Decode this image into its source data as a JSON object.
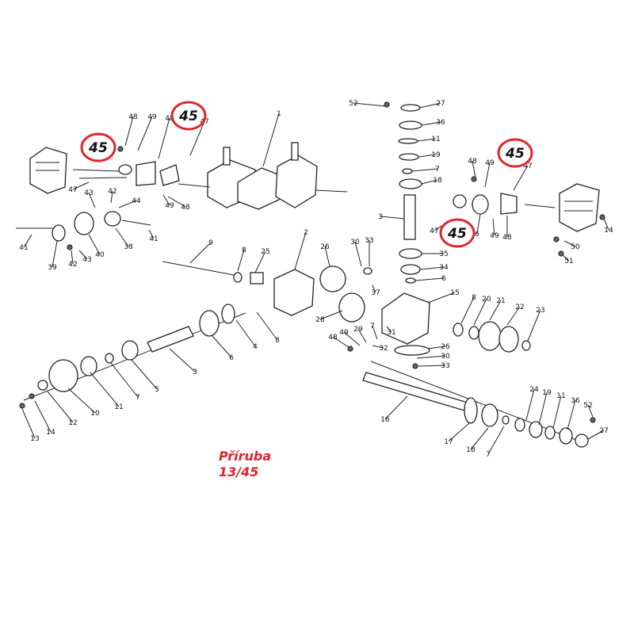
{
  "highlight_color": "#e0242b",
  "caption": {
    "line1": "Příruba",
    "line2": "13/45"
  },
  "highlight_label": "45",
  "part_labels": [
    "1",
    "2",
    "3",
    "4",
    "5",
    "6",
    "7",
    "8",
    "9",
    "10",
    "11",
    "12",
    "13",
    "14",
    "15",
    "16",
    "17",
    "18",
    "19",
    "20",
    "21",
    "22",
    "23",
    "24",
    "25",
    "26",
    "27",
    "28",
    "29",
    "30",
    "31",
    "32",
    "33",
    "34",
    "35",
    "36",
    "37",
    "38",
    "39",
    "40",
    "41",
    "42",
    "43",
    "44",
    "47",
    "48",
    "49",
    "50",
    "51",
    "52"
  ]
}
